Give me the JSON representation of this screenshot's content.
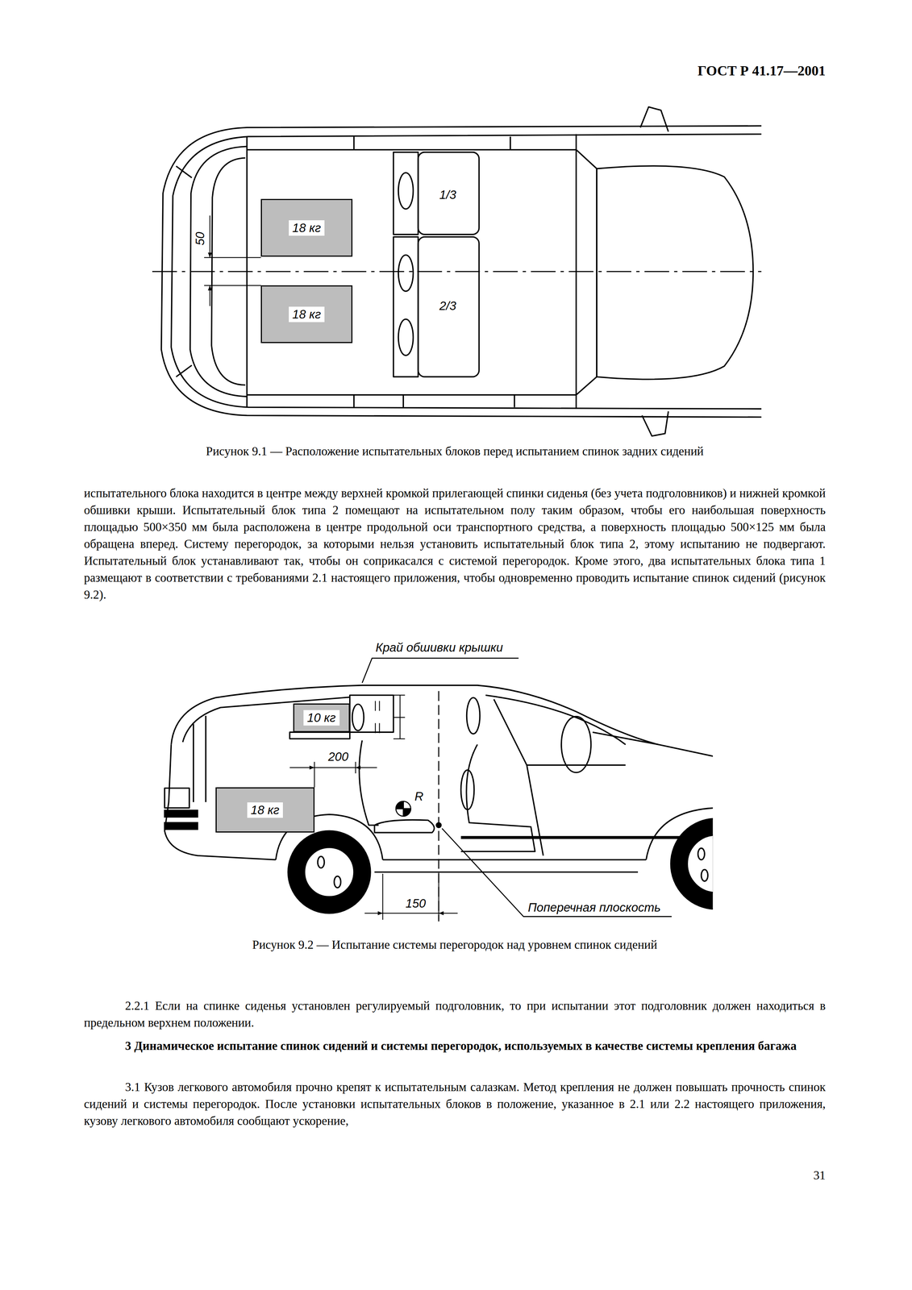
{
  "diagram": {
    "title": "ГОСТ Р 41.17—2001",
    "nodes": [
      {
        "text": [
          "18 кг"
        ]
      },
      {
        "text": [
          "18 кг"
        ]
      },
      {
        "text": [
          "10 кг"
        ]
      },
      {
        "text": [
          "18 кг"
        ]
      }
    ],
    "labels": [
      "50",
      "1/3",
      "2/3",
      "Рисунок 9.1 — Расположение испытательных блоков перед испытанием спинок задних сидений",
      "испытательного блока находится в центре между верхней кромкой прилегающей спинки сиденья (без учета подголовников) и нижней кромкой обшивки крыши. Испытательный блок типа 2 помещают на испытательном полу таким образом, чтобы его наибольшая поверхность площадью 500×350 мм была расположена в центре продольной оси транспортного средства, а поверхность площадью 500×125 мм была обращена вперед. Систему перегородок, за которыми нельзя установить испытательный блок типа 2, этому испытанию не подвергают. Испытательный блок устанавливают так, чтобы он соприкасался с системой перегородок. Кроме этого, два испытательных блока типа 1 размещают в соответствии с требованиями 2.1 настоящего приложения, чтобы одновременно проводить испытание спинок сидений (рисунок 9.2).",
      "Край обшивки крышки",
      "200",
      "R",
      "150",
      "Поперечная плоскость",
      "Рисунок 9.2 — Испытание системы перегородок над уровнем спинок сидений",
      "2.2.1 Если на спинке сиденья установлен регулируемый подголовник, то при испытании этот подголовник должен находиться в предельном верхнем положении.",
      "3 Динамическое испытание спинок сидений и системы перегородок, используемых в качестве системы крепления багажа",
      "3.1 Кузов легкового автомобиля прочно крепят к испытательным салазкам. Метод крепления не должен повышать прочность спинок сидений и системы перегородок. После установки испытательных блоков в положение, указанное в 2.1 или 2.2 настоящего приложения, кузову легкового автомобиля сообщают ускорение,",
      "31"
    ]
  }
}
